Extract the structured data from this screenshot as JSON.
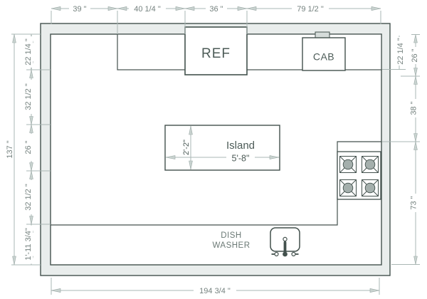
{
  "colors": {
    "outline": "#43514d",
    "wall_fill": "#e9edec",
    "floor_fill": "#ffffff",
    "dim_line": "#aab7b4",
    "dim_text": "#75827f",
    "fixture_text": "#4c5b57",
    "burner_fill": "#a4afac",
    "cabinet_handle_fill": "#d5dcda"
  },
  "dimensions": {
    "top": [
      "39 \"",
      "40 1/4 \"",
      "36 \"",
      "79 1/2 \""
    ],
    "bottom_overall": "194 3/4 \"",
    "left_overall": "137 \"",
    "left_chain": [
      "22 1/4 \"",
      "32 1/2 \"",
      "26 \"",
      "32 1/2 \"",
      "1'-11 3/4\""
    ],
    "right_chain": [
      "22 1/4 \"",
      "26 \"",
      "38 \"",
      "73 \""
    ]
  },
  "fixtures": {
    "refrigerator_label": "REF",
    "cabinet_label": "CAB",
    "island_label": "Island",
    "island_width": "5'-8\"",
    "island_depth": "2'-2\"",
    "dishwasher_line1": "DISH",
    "dishwasher_line2": "WASHER"
  }
}
